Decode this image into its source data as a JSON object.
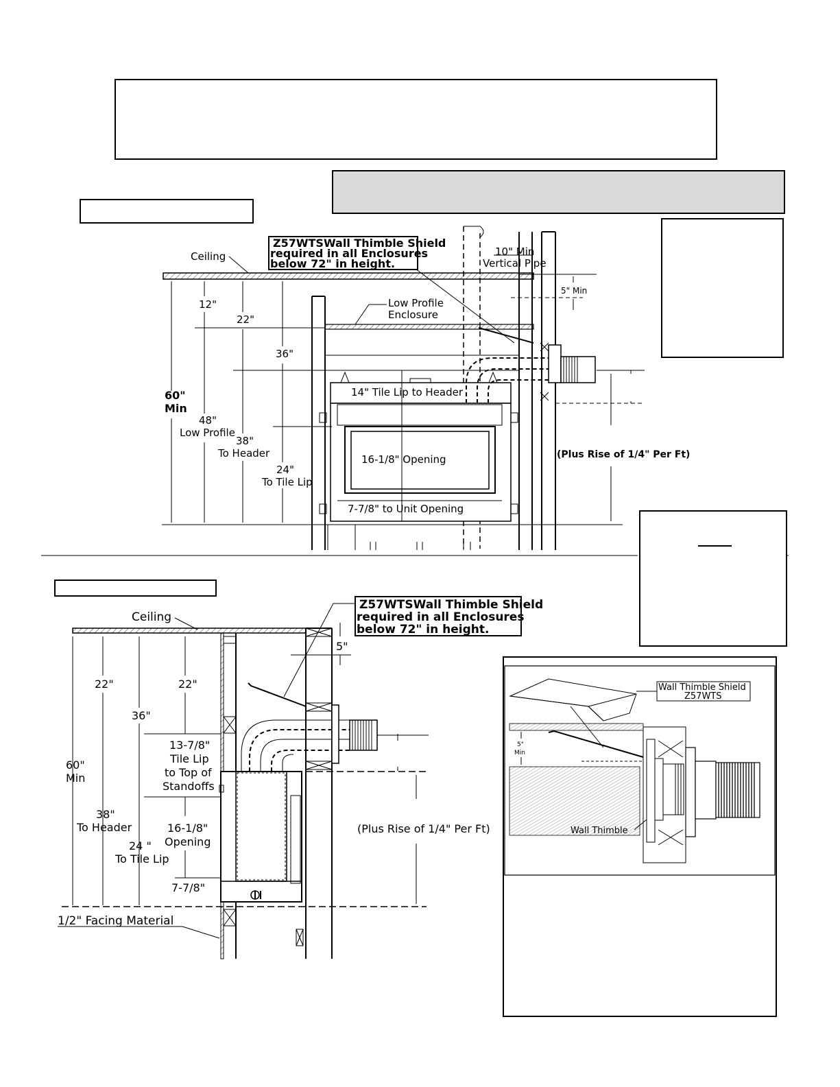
{
  "fig1": {
    "ceiling": "Ceiling",
    "shield_note": [
      "Z57WTSWall Thimble Shield",
      "required in all Enclosures",
      "below 72\" in height."
    ],
    "vertical_pipe": [
      "10\" Min",
      "Vertical Pipe"
    ],
    "min5": "5\" Min",
    "low_profile": [
      "Low Profile",
      "Enclosure"
    ],
    "dim12": "12\"",
    "dim22": "22\"",
    "dim36": "36\"",
    "min60": [
      "60\"",
      "Min"
    ],
    "low48": [
      "48\"",
      "Low Profile"
    ],
    "header38": [
      "38\"",
      "To Header"
    ],
    "tile24": [
      "24\"",
      "To Tile Lip"
    ],
    "tile_lip_header": "14\" Tile Lip to Header",
    "opening": "16-1/8\" Opening",
    "unit_opening": "7-7/8\" to Unit Opening",
    "rise": "(Plus Rise of 1/4\" Per Ft)"
  },
  "fig2": {
    "ceiling": "Ceiling",
    "shield_note": [
      "Z57WTSWall Thimble Shield",
      "required in all Enclosures",
      "below 72\" in height."
    ],
    "dim5": "5\"",
    "dim22a": "22\"",
    "dim22b": "22\"",
    "dim36": "36\"",
    "min60": [
      "60\"",
      "Min"
    ],
    "header38": [
      "38\"",
      "To Header"
    ],
    "tile24": [
      "24 \"",
      "To Tile Lip"
    ],
    "standoffs": [
      "13-7/8\"",
      "Tile Lip",
      "to Top of",
      "Standoffs"
    ],
    "opening": [
      "16-1/8\"",
      "Opening"
    ],
    "dim778": "7-7/8\"",
    "rise": "(Plus Rise of 1/4\" Per Ft)",
    "facing": "1/2\" Facing Material"
  },
  "inset": {
    "shield_label": [
      "Wall Thimble Shield",
      "Z57WTS"
    ],
    "min5": [
      "5\"",
      "Min"
    ],
    "thimble": "Wall Thimble"
  }
}
